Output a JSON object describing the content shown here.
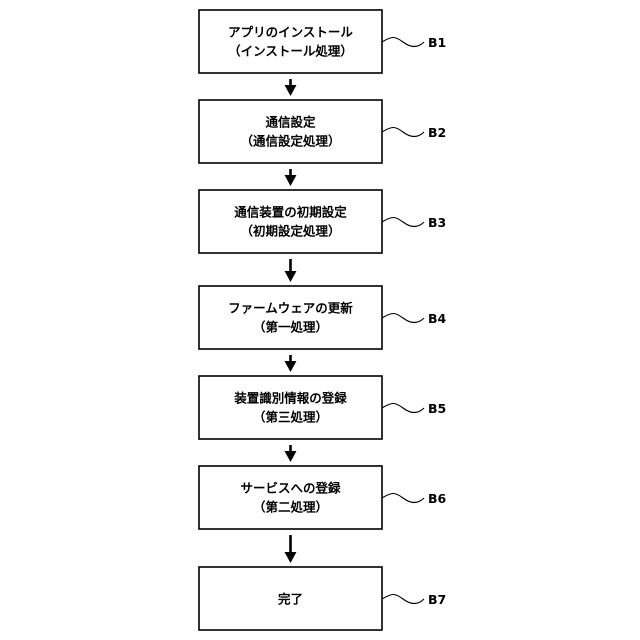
{
  "steps": [
    {
      "ref": "B1",
      "line1": "アプリのインストール",
      "line2": "（インストール処理）"
    },
    {
      "ref": "B2",
      "line1": "通信設定",
      "line2": "（通信設定処理）"
    },
    {
      "ref": "B3",
      "line1": "通信装置の初期設定",
      "line2": "（初期設定処理）"
    },
    {
      "ref": "B4",
      "line1": "ファームウェアの更新",
      "line2": "（第一処理）"
    },
    {
      "ref": "B5",
      "line1": "装置識別情報の登録",
      "line2": "（第三処理）"
    },
    {
      "ref": "B6",
      "line1": "サービスへの登録",
      "line2": "（第二処理）"
    },
    {
      "ref": "B7",
      "line1": "完了",
      "line2": ""
    }
  ],
  "colors": {
    "stroke": "#000000",
    "background": "#ffffff"
  }
}
